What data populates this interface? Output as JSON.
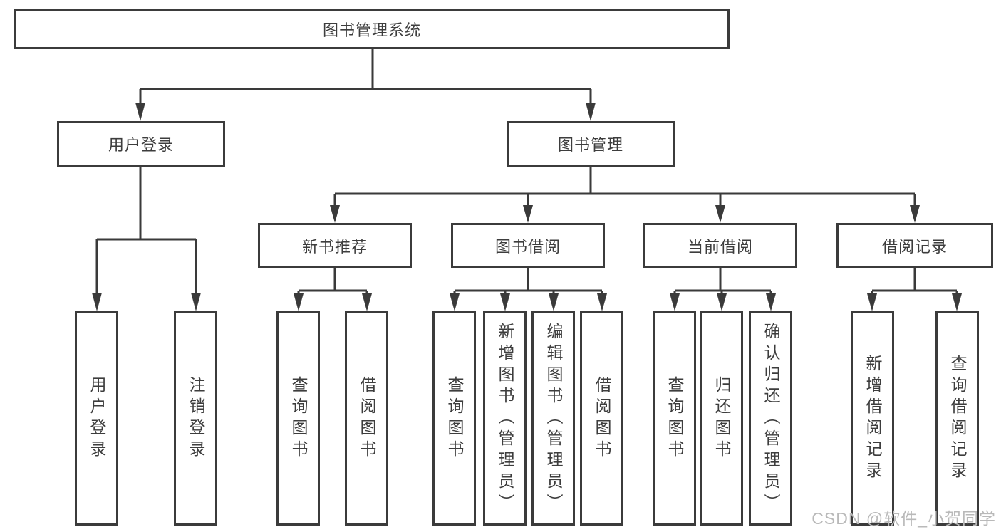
{
  "tree": {
    "label": "图书管理系统",
    "children": [
      {
        "label": "用户登录",
        "children": [
          {
            "label": "用户登录"
          },
          {
            "label": "注销登录"
          }
        ]
      },
      {
        "label": "图书管理",
        "children": [
          {
            "label": "新书推荐",
            "children": [
              {
                "label": "查询图书"
              },
              {
                "label": "借阅图书"
              }
            ]
          },
          {
            "label": "图书借阅",
            "children": [
              {
                "label": "查询图书"
              },
              {
                "label": "新增图书（管理员）"
              },
              {
                "label": "编辑图书（管理员）"
              },
              {
                "label": "借阅图书"
              }
            ]
          },
          {
            "label": "当前借阅",
            "children": [
              {
                "label": "查询图书"
              },
              {
                "label": "归还图书"
              },
              {
                "label": "确认归还（管理员）"
              }
            ]
          },
          {
            "label": "借阅记录",
            "children": [
              {
                "label": "新增借阅记录"
              },
              {
                "label": "查询借阅记录"
              }
            ]
          }
        ]
      }
    ]
  },
  "watermark": {
    "text": "CSDN @软件_小贺同学",
    "color": "#b9b9b9"
  },
  "colors": {
    "box_border": "#3b3b3b",
    "connector_line": "#3a3a3a",
    "text": "#3d3d3d",
    "background": "#ffffff"
  }
}
